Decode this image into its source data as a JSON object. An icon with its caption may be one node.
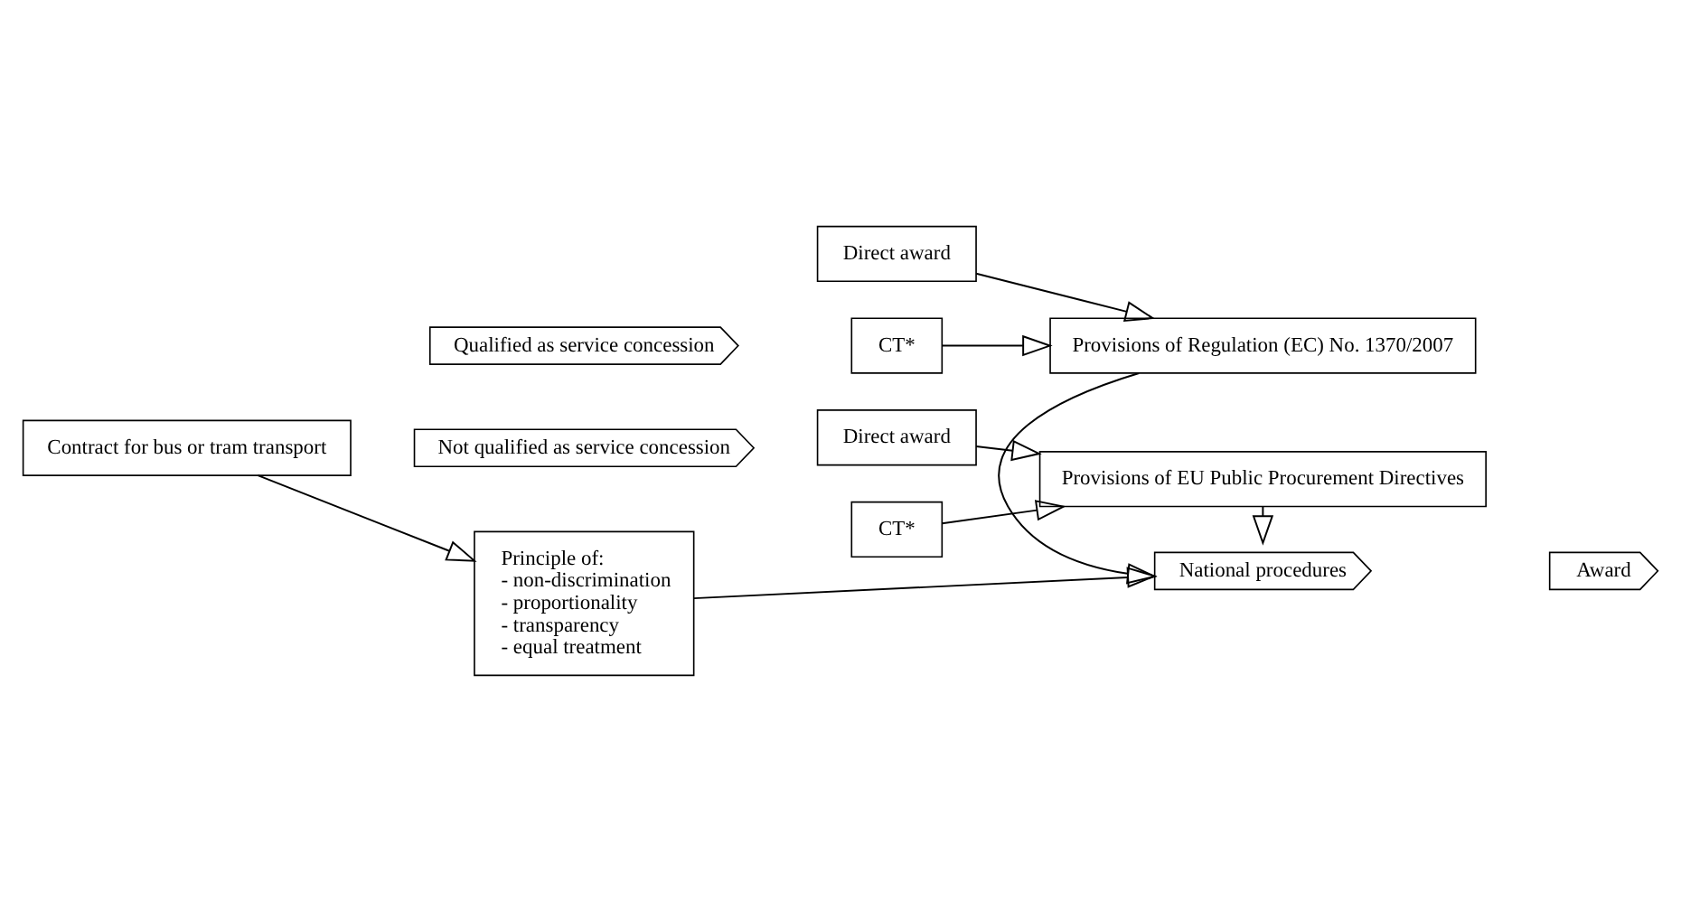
{
  "diagram": {
    "nodes": [
      {
        "text": [
          "Contract for bus or tram transport"
        ]
      },
      {
        "text": [
          "Qualified as service concession"
        ]
      },
      {
        "text": [
          "Direct award"
        ]
      },
      {
        "text": [
          "CT*"
        ]
      },
      {
        "text": [
          "Provisions of Regulation (EC) No. 1370/2007"
        ]
      },
      {
        "text": [
          "Principle of:",
          "- non-discrimination",
          "- proportionality",
          "- transparency",
          "- equal treatment"
        ]
      },
      {
        "text": [
          "National procedures"
        ]
      },
      {
        "text": [
          "Award"
        ]
      },
      {
        "text": [
          "Not qualified as service concession"
        ]
      },
      {
        "text": [
          "Direct award"
        ]
      },
      {
        "text": [
          "CT*"
        ]
      },
      {
        "text": [
          "Provisions of EU Public Procurement Directives"
        ]
      }
    ],
    "edges": [
      {
        "from": 0,
        "to": 5,
        "arrow": "to"
      },
      {
        "from": 2,
        "to": 4,
        "arrow": "to"
      },
      {
        "from": 3,
        "to": 4,
        "arrow": "to"
      },
      {
        "from": 5,
        "to": 6,
        "arrow": "to"
      },
      {
        "from": 4,
        "to": 6,
        "arrow": "to"
      },
      {
        "from": 11,
        "to": 6,
        "arrow": "to"
      },
      {
        "from": 9,
        "to": 11,
        "arrow": "to"
      },
      {
        "from": 10,
        "to": 11,
        "arrow": "to"
      }
    ]
  }
}
